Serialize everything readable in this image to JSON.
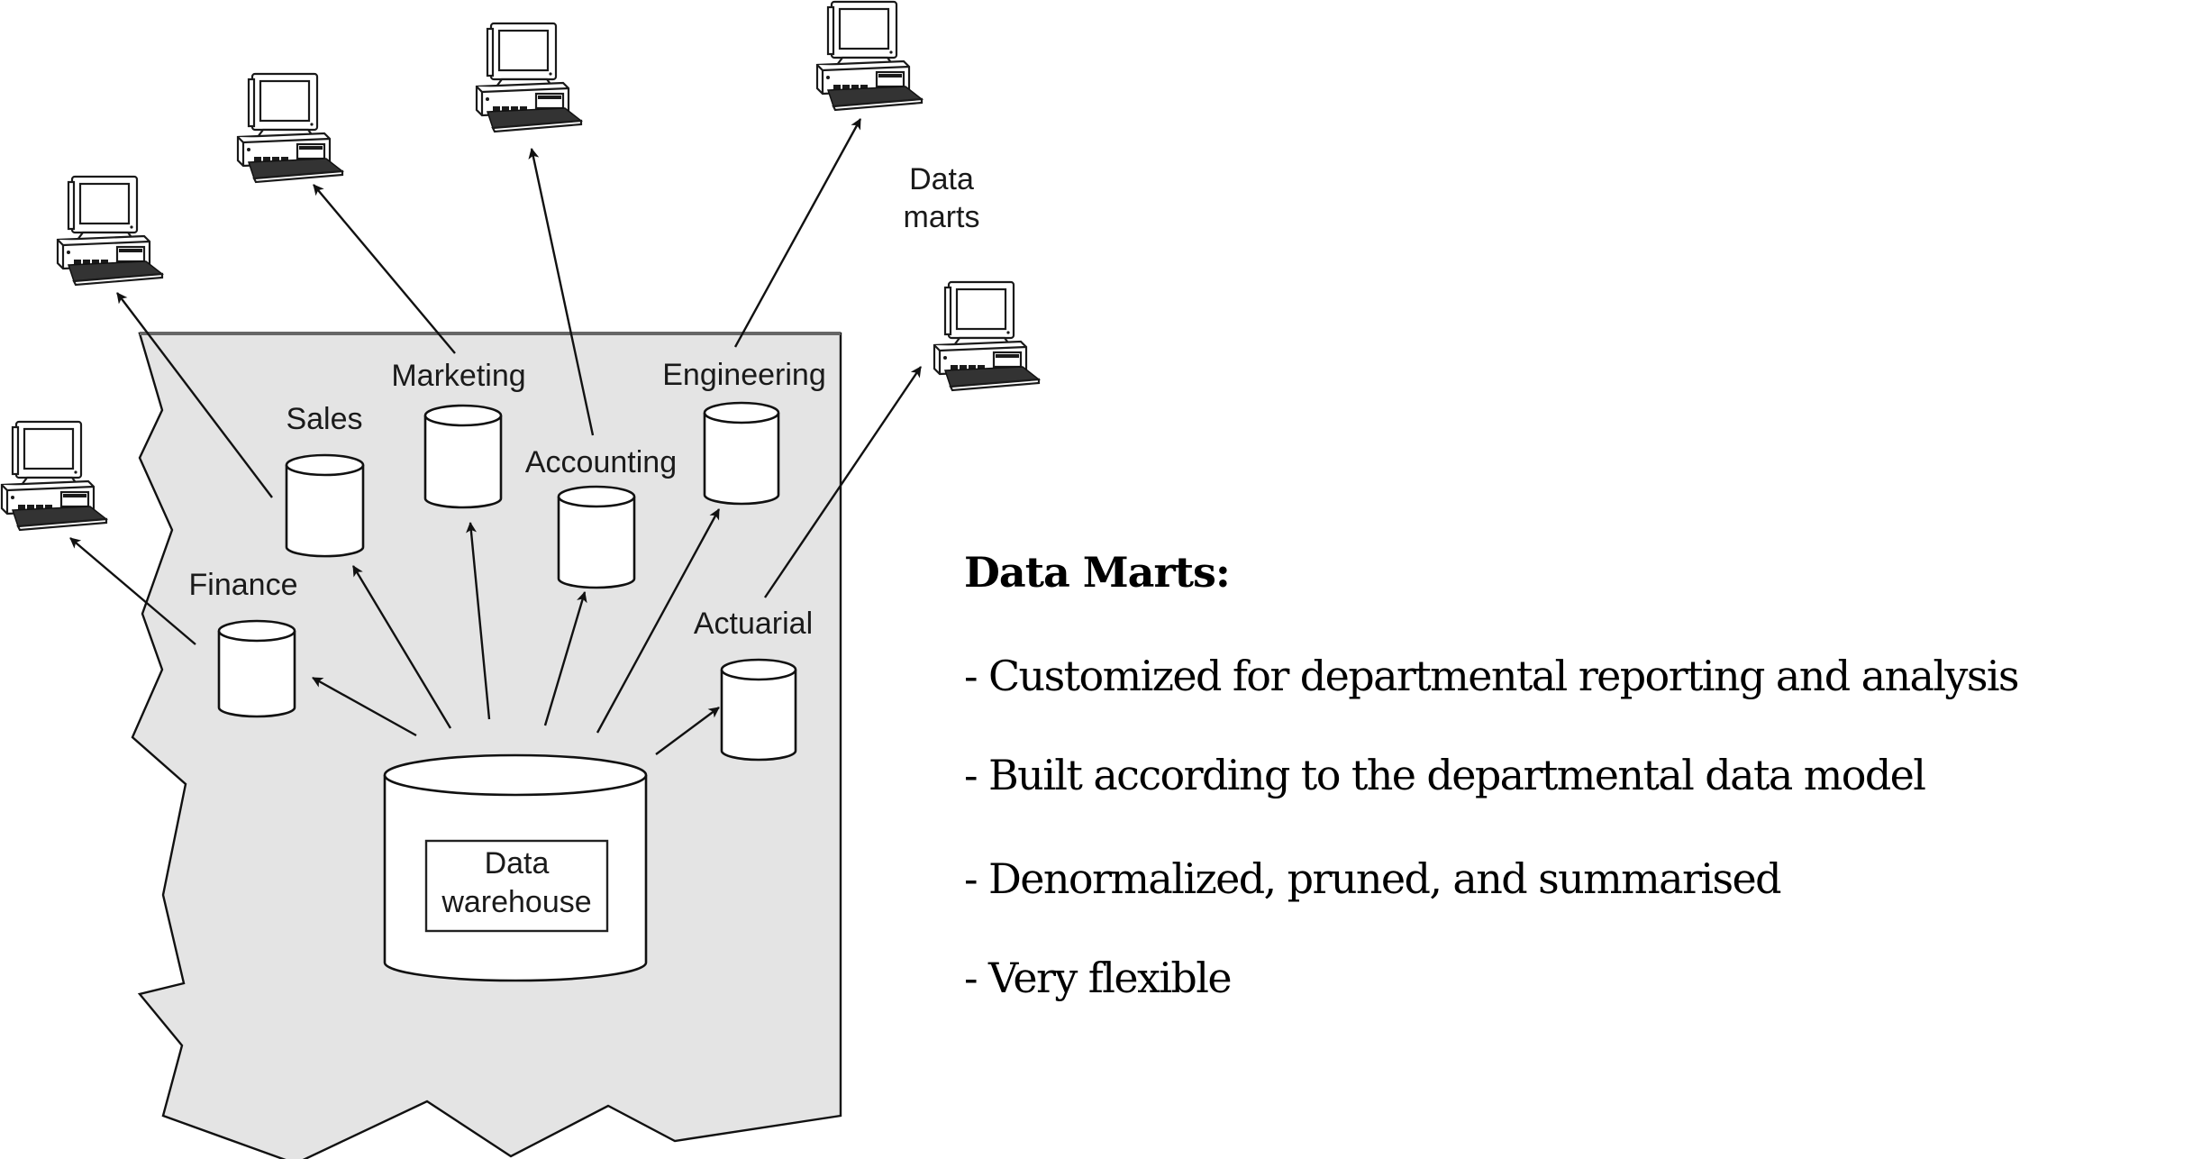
{
  "diagram": {
    "title_label": [
      "Data",
      "marts"
    ],
    "warehouse_label": [
      "Data",
      "warehouse"
    ],
    "departments": [
      {
        "name": "Finance"
      },
      {
        "name": "Sales"
      },
      {
        "name": "Marketing"
      },
      {
        "name": "Accounting"
      },
      {
        "name": "Engineering"
      },
      {
        "name": "Actuarial"
      }
    ],
    "icons": {
      "workstation": "desktop-computer-icon",
      "database": "cylinder-database-icon"
    },
    "colors": {
      "region_fill": "#e4e4e4",
      "stroke": "#111111",
      "cylinder_fill": "#ffffff"
    }
  },
  "notes": {
    "heading": "Data Marts:",
    "items": [
      "- Customized for departmental reporting and analysis",
      "- Built according to the departmental data model",
      "- Denormalized, pruned, and summarised",
      "- Very flexible"
    ]
  }
}
